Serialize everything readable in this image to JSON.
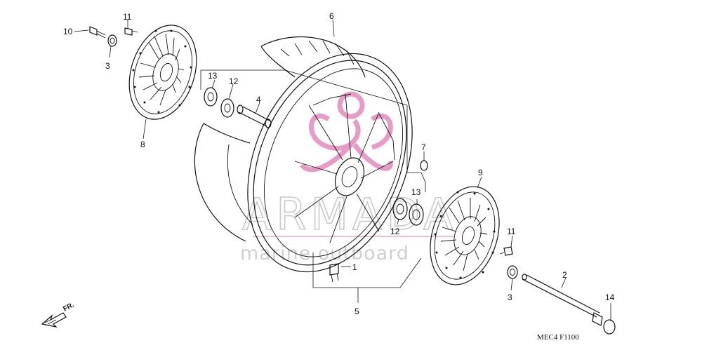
{
  "diagram": {
    "code": "MEC4 F1100",
    "direction_label": "FR.",
    "watermark": {
      "title": "ARMADA",
      "subtitle": "marine outboard"
    },
    "callouts": [
      {
        "id": "c10a",
        "label": "10"
      },
      {
        "id": "c11a",
        "label": "11"
      },
      {
        "id": "c3a",
        "label": "3"
      },
      {
        "id": "c8",
        "label": "8"
      },
      {
        "id": "c6",
        "label": "6"
      },
      {
        "id": "c13a",
        "label": "13"
      },
      {
        "id": "c12a",
        "label": "12"
      },
      {
        "id": "c4",
        "label": "4"
      },
      {
        "id": "c7",
        "label": "7"
      },
      {
        "id": "c9",
        "label": "9"
      },
      {
        "id": "c13b",
        "label": "13"
      },
      {
        "id": "c12b",
        "label": "12"
      },
      {
        "id": "c11b",
        "label": "11"
      },
      {
        "id": "c1",
        "label": "1"
      },
      {
        "id": "c2",
        "label": "2"
      },
      {
        "id": "c3b",
        "label": "3"
      },
      {
        "id": "c14",
        "label": "14"
      },
      {
        "id": "c5",
        "label": "5"
      }
    ]
  }
}
